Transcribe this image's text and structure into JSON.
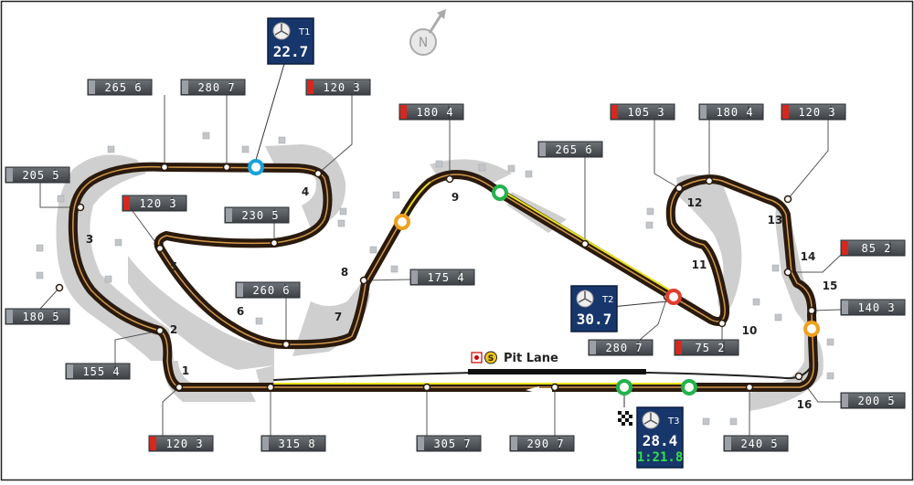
{
  "compass": {
    "letter": "N"
  },
  "pit_lane": {
    "label": "Pit Lane",
    "marker": "S"
  },
  "turns": [
    {
      "n": "1"
    },
    {
      "n": "2"
    },
    {
      "n": "3"
    },
    {
      "n": "4"
    },
    {
      "n": "5"
    },
    {
      "n": "6"
    },
    {
      "n": "7"
    },
    {
      "n": "8"
    },
    {
      "n": "9"
    },
    {
      "n": "10"
    },
    {
      "n": "11"
    },
    {
      "n": "12"
    },
    {
      "n": "13"
    },
    {
      "n": "14"
    },
    {
      "n": "15"
    },
    {
      "n": "16"
    }
  ],
  "speeds": [
    {
      "value": "265 6",
      "zone": "grey"
    },
    {
      "value": "280 7",
      "zone": "grey"
    },
    {
      "value": "120 3",
      "zone": "red"
    },
    {
      "value": "205 5",
      "zone": "grey"
    },
    {
      "value": "120 3",
      "zone": "red"
    },
    {
      "value": "230 5",
      "zone": "grey"
    },
    {
      "value": "180 5",
      "zone": "grey"
    },
    {
      "value": "155 4",
      "zone": "grey"
    },
    {
      "value": "120 3",
      "zone": "red"
    },
    {
      "value": "315 8",
      "zone": "grey"
    },
    {
      "value": "260 6",
      "zone": "grey"
    },
    {
      "value": "180 4",
      "zone": "red"
    },
    {
      "value": "175 4",
      "zone": "grey"
    },
    {
      "value": "265 6",
      "zone": "grey"
    },
    {
      "value": "105 3",
      "zone": "red"
    },
    {
      "value": "180 4",
      "zone": "grey"
    },
    {
      "value": "120 3",
      "zone": "red"
    },
    {
      "value": "85 2",
      "zone": "red"
    },
    {
      "value": "140 3",
      "zone": "grey"
    },
    {
      "value": "200 5",
      "zone": "grey"
    },
    {
      "value": "75 2",
      "zone": "red"
    },
    {
      "value": "280 7",
      "zone": "grey"
    },
    {
      "value": "305 7",
      "zone": "grey"
    },
    {
      "value": "290 7",
      "zone": "grey"
    },
    {
      "value": "240 5",
      "zone": "grey"
    }
  ],
  "sectors": [
    {
      "name": "T1",
      "time": "22.7"
    },
    {
      "name": "T2",
      "time": "30.7"
    },
    {
      "name": "T3",
      "time": "28.4",
      "lap": "1:21.8"
    }
  ],
  "colors": {
    "track_fill": "#2a1a0e",
    "track_stripe": "#d39a4a",
    "runoff": "#cfcfcf",
    "drs": "#e9e11c",
    "box_grey": "#4e5257",
    "box_red": "#d6281e",
    "sector_box": "#17366b"
  }
}
